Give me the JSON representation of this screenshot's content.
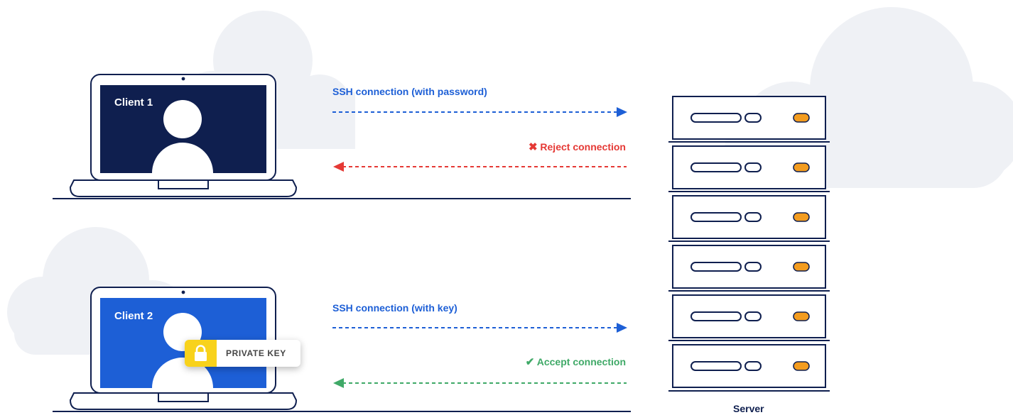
{
  "clients": [
    {
      "label": "Client 1"
    },
    {
      "label": "Client 2"
    }
  ],
  "flows": {
    "client1_request": "SSH connection (with password)",
    "client1_response": "Reject connection",
    "client2_request": "SSH connection (with key)",
    "client2_response": "Accept connection"
  },
  "badge": {
    "text": "PRIVATE KEY"
  },
  "server": {
    "label": "Server"
  },
  "colors": {
    "navy": "#0f1f4f",
    "client1_screen": "#0f1f4f",
    "client2_screen": "#1d5fd6",
    "request_arrow": "#1d5fd6",
    "reject": "#e53935",
    "accept": "#3fa967",
    "server_led": "#f39c1f",
    "cloud": "#eff1f5",
    "key_lock": "#f8d21c"
  },
  "icons": {
    "reject": "cross-icon",
    "accept": "checkmark-icon",
    "lock": "lock-icon",
    "user": "user-icon"
  }
}
